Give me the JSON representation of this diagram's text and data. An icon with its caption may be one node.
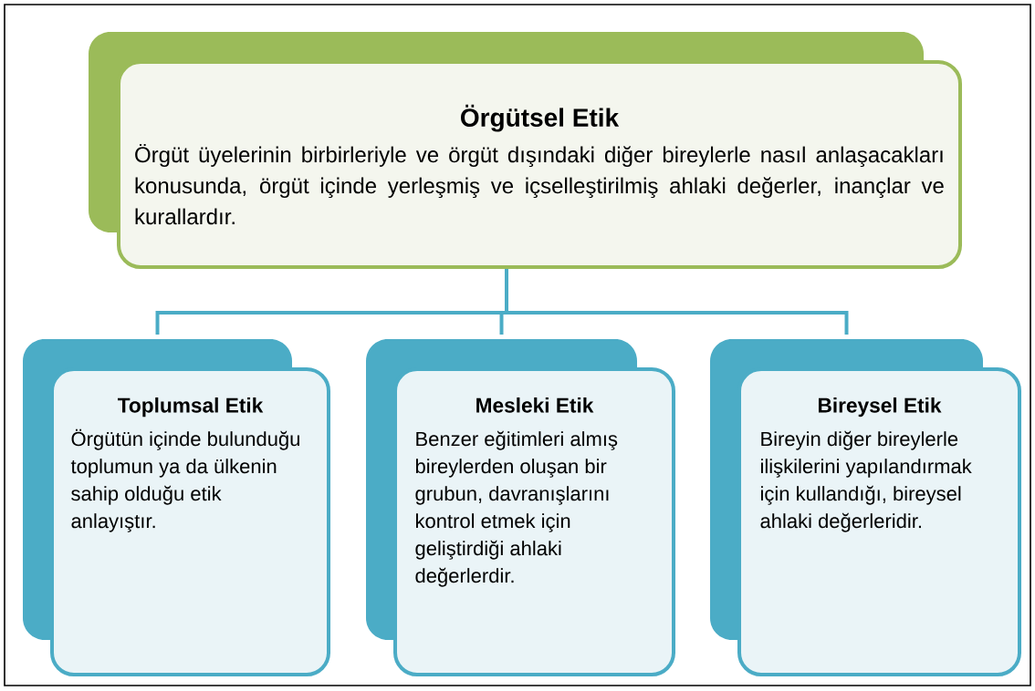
{
  "diagram": {
    "nodes": [
      {
        "text": [
          "Örgütsel Etik",
          "Örgüt üyelerinin birbirleriyle ve örgüt dışındaki diğer bireylerle nasıl anlaşacakları konusunda, örgüt içinde yerleşmiş ve içselleştirilmiş ahlaki değerler, inançlar ve kurallardır."
        ]
      },
      {
        "text": [
          "Toplumsal Etik",
          "Örgütün içinde bulunduğu toplumun ya da ülkenin sahip olduğu etik anlayıştır."
        ]
      },
      {
        "text": [
          "Mesleki Etik",
          "Benzer eğitimleri almış bireylerden oluşan bir grubun, davranışlarını kontrol etmek için geliştirdiği ahlaki değerlerdir."
        ]
      },
      {
        "text": [
          "Bireysel Etik",
          "Bireyin diğer bireylerle ilişkilerini yapılandırmak için kullandığı, bireysel ahlaki değerleridir."
        ]
      }
    ],
    "edges": [
      {
        "from": 0,
        "to": 1,
        "arrow": "none"
      },
      {
        "from": 0,
        "to": 2,
        "arrow": "none"
      },
      {
        "from": 0,
        "to": 3,
        "arrow": "none"
      }
    ]
  }
}
